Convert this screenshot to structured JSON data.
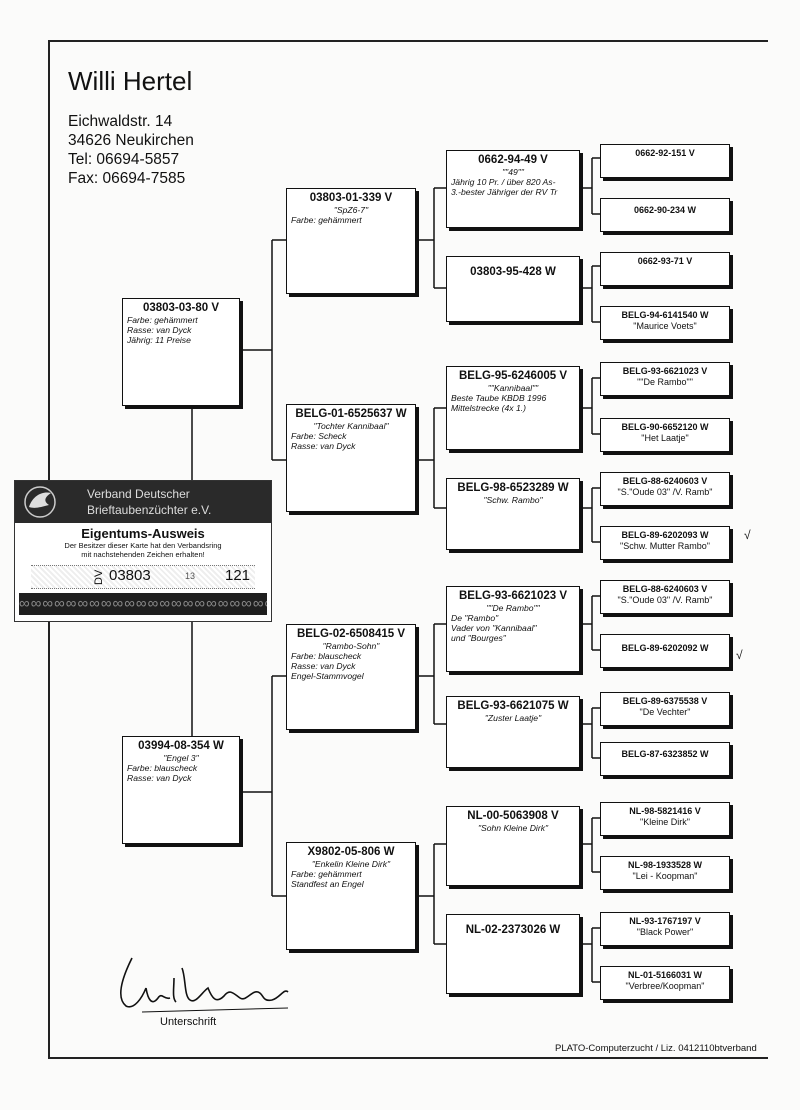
{
  "owner": {
    "name": "Willi Hertel",
    "street": "Eichwaldstr. 14",
    "city": "34626 Neukirchen",
    "tel": "Tel:  06694-5857",
    "fax": "Fax:  06694-7585"
  },
  "pedigree": {
    "gen1": [
      {
        "ring": "03803-03-80 V",
        "lines": [
          "Farbe: gehämmert",
          "Rasse: van Dyck",
          "Jährig: 11 Preise"
        ]
      },
      {
        "ring": "03994-08-354 W",
        "name": "\"Engel 3\"",
        "lines": [
          "Farbe: blauscheck",
          "Rasse: van Dyck"
        ]
      }
    ],
    "gen2": [
      {
        "ring": "03803-01-339 V",
        "name": "\"SpZ6-7\"",
        "lines": [
          "Farbe: gehämmert"
        ]
      },
      {
        "ring": "BELG-01-6525637 W",
        "name": "\"Tochter Kannibaal\"",
        "lines": [
          "Farbe: Scheck",
          "Rasse: van Dyck"
        ]
      },
      {
        "ring": "BELG-02-6508415 V",
        "name": "\"Rambo-Sohn\"",
        "lines": [
          "Farbe: blauscheck",
          "Rasse: van Dyck",
          "Engel-Stammvogel"
        ]
      },
      {
        "ring": "X9802-05-806 W",
        "name": "\"Enkelin Kleine Dirk\"",
        "lines": [
          "Farbe: gehämmert",
          "Standfest an Engel"
        ]
      }
    ],
    "gen3": [
      {
        "ring": "0662-94-49 V",
        "name": "\"\"49\"\"",
        "lines": [
          "Jährig 10 Pr. / über 820 As-",
          "3.-bester Jähriger der RV Tr"
        ]
      },
      {
        "ring": "03803-95-428 W",
        "name": "",
        "lines": []
      },
      {
        "ring": "BELG-95-6246005 V",
        "name": "\"\"Kannibaal\"\"",
        "lines": [
          "Beste Taube KBDB 1996",
          "Mittelstrecke (4x 1.)"
        ]
      },
      {
        "ring": "BELG-98-6523289 W",
        "name": "\"Schw. Rambo\"",
        "lines": []
      },
      {
        "ring": "BELG-93-6621023 V",
        "name": "\"\"De Rambo\"\"",
        "lines": [
          "De \"Rambo\"",
          "Vader von \"Kannibaal\"",
          "und \"Bourges\""
        ]
      },
      {
        "ring": "BELG-93-6621075 W",
        "name": "\"Zuster Laatje\"",
        "lines": []
      },
      {
        "ring": "NL-00-5063908 V",
        "name": "\"Sohn Kleine Dirk\"",
        "lines": []
      },
      {
        "ring": "NL-02-2373026 W",
        "name": "",
        "lines": []
      }
    ],
    "gen4": [
      {
        "ring": "0662-92-151 V",
        "name": ""
      },
      {
        "ring": "0662-90-234 W",
        "name": ""
      },
      {
        "ring": "0662-93-71 V",
        "name": ""
      },
      {
        "ring": "BELG-94-6141540 W",
        "name": "\"Maurice Voets\""
      },
      {
        "ring": "BELG-93-6621023 V",
        "name": "\"\"De Rambo\"\""
      },
      {
        "ring": "BELG-90-6652120 W",
        "name": "\"Het Laatje\""
      },
      {
        "ring": "BELG-88-6240603 V",
        "name": "\"S.\"Oude 03\" /V. Ramb\""
      },
      {
        "ring": "BELG-89-6202093 W",
        "name": "\"Schw. Mutter Rambo\""
      },
      {
        "ring": "BELG-88-6240603 V",
        "name": "\"S.\"Oude 03\" /V. Ramb\""
      },
      {
        "ring": "BELG-89-6202092 W",
        "name": ""
      },
      {
        "ring": "BELG-89-6375538 V",
        "name": "\"De Vechter\""
      },
      {
        "ring": "BELG-87-6323852 W",
        "name": ""
      },
      {
        "ring": "NL-98-5821416 V",
        "name": "\"Kleine Dirk\""
      },
      {
        "ring": "NL-98-1933528 W",
        "name": "\"Lei - Koopman\""
      },
      {
        "ring": "NL-93-1767197 V",
        "name": "\"Black Power\""
      },
      {
        "ring": "NL-01-5166031 W",
        "name": "\"Verbree/Koopman\""
      }
    ]
  },
  "badge": {
    "org_line1": "Verband Deutscher",
    "org_line2": "Brieftaubenzüchter e.V.",
    "title": "Eigentums-Ausweis",
    "text_line1": "Der Besitzer dieser Karte hat den Verbandsring",
    "text_line2": "mit nachstehenden Zeichen erhalten!",
    "prefix": "DV",
    "ring": "03803",
    "year": "13",
    "number": "121"
  },
  "footer": {
    "signature_label": "Unterschrift",
    "software": "PLATO-Computerzucht / Liz. 0412110btverband"
  },
  "marks": {
    "check1": "√",
    "check2": "√"
  }
}
